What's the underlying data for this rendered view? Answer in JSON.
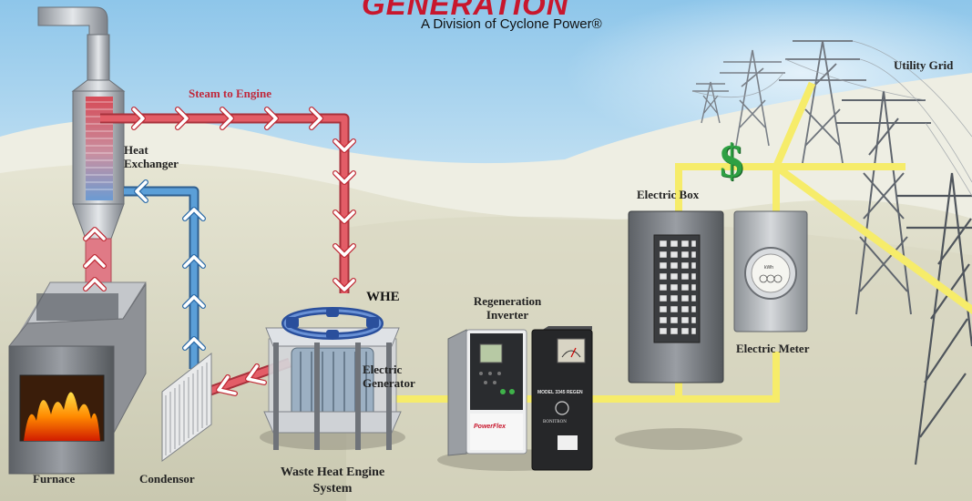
{
  "header": {
    "title": "GENERATION",
    "subtitle": "A Division of Cyclone Power®"
  },
  "labels": {
    "steam_to_engine": "Steam to Engine",
    "heat_exchanger": [
      "Heat",
      "Exchanger"
    ],
    "whe": "WHE",
    "regeneration_inverter": [
      "Regeneration",
      "Inverter"
    ],
    "electric_box": "Electric Box",
    "utility_grid": "Utility Grid",
    "electric_generator": [
      "Electric",
      "Generator"
    ],
    "electric_meter": "Electric Meter",
    "furnace": "Furnace",
    "condensor": "Condensor",
    "waste_heat_engine_system": [
      "Waste Heat Engine",
      "System"
    ],
    "dollar_symbol": "$"
  },
  "device_text": {
    "inverter_brand": "PowerFlex",
    "regen_model": "MODEL 3345 REGEN",
    "regen_brand": "BONITRON",
    "meter_text": "kWh"
  },
  "colors": {
    "steam_pipe": "#d9454f",
    "return_pipe": "#4a8fc9",
    "power_line": "#f6ec6a",
    "brand_red": "#c8172d",
    "dollar_green": "#2ea043"
  },
  "icons": [
    "flame-icon",
    "arrow-icon",
    "transmission-tower-icon",
    "dollar-icon"
  ]
}
